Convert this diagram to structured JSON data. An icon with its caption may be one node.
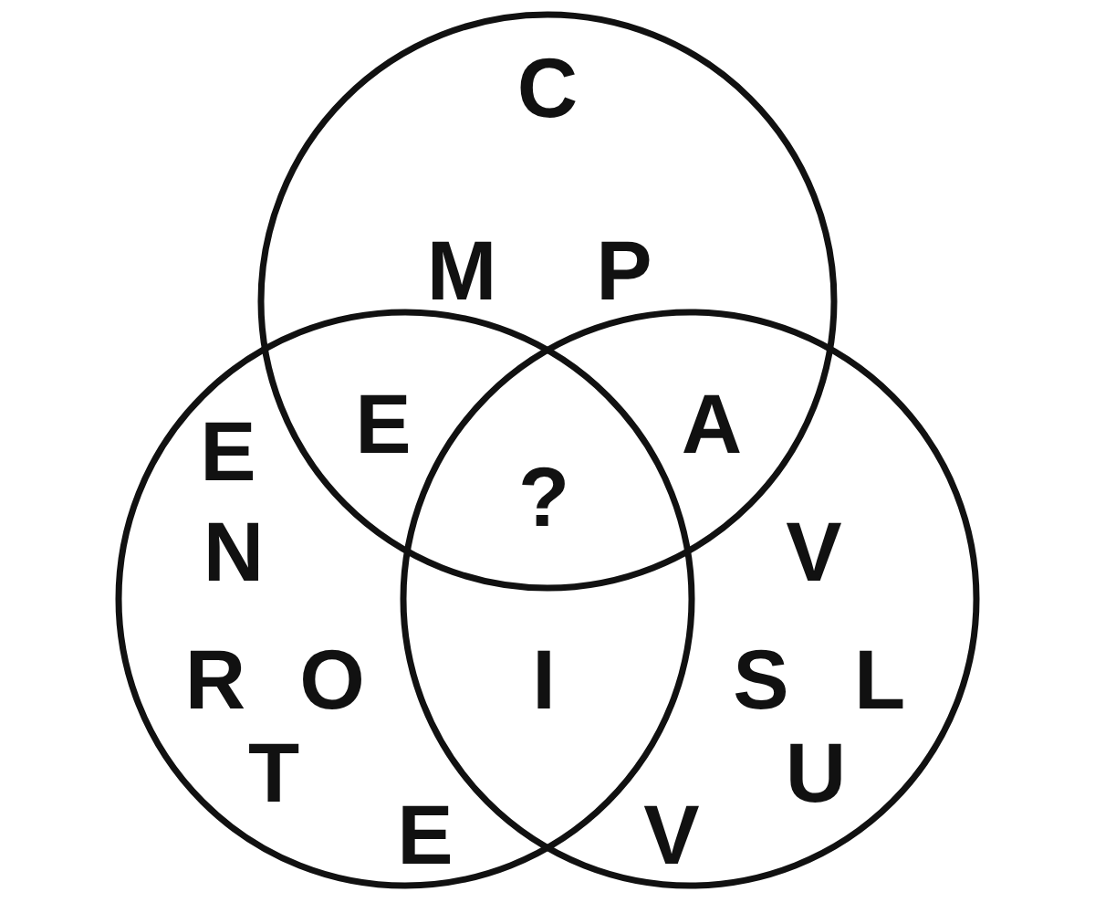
{
  "diagram": {
    "nodes": [
      {
        "text": [],
        "shape": "circle"
      },
      {
        "text": [],
        "shape": "circle"
      },
      {
        "text": [],
        "shape": "circle"
      }
    ],
    "edges": [],
    "labels": [
      "C",
      "M",
      "P",
      "E",
      "A",
      "E",
      "?",
      "N",
      "V",
      "R",
      "O",
      "I",
      "S",
      "L",
      "T",
      "U",
      "E",
      "V"
    ]
  }
}
